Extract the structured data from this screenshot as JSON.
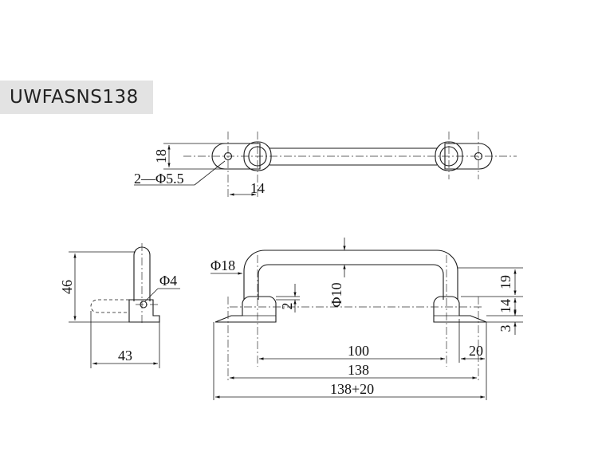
{
  "model": "UWFASNS138",
  "dims": {
    "top_height": "18",
    "hole_spec": "2—Φ5.5",
    "top_offset": "14",
    "side_height": "46",
    "side_hole": "Φ4",
    "side_depth": "43",
    "rod_dia": "Φ18",
    "bar_dia": "Φ10",
    "gap": "2",
    "h19": "19",
    "h14": "14",
    "h3": "3",
    "inner": "100",
    "flange": "20",
    "center": "138",
    "overall": "138+20"
  }
}
